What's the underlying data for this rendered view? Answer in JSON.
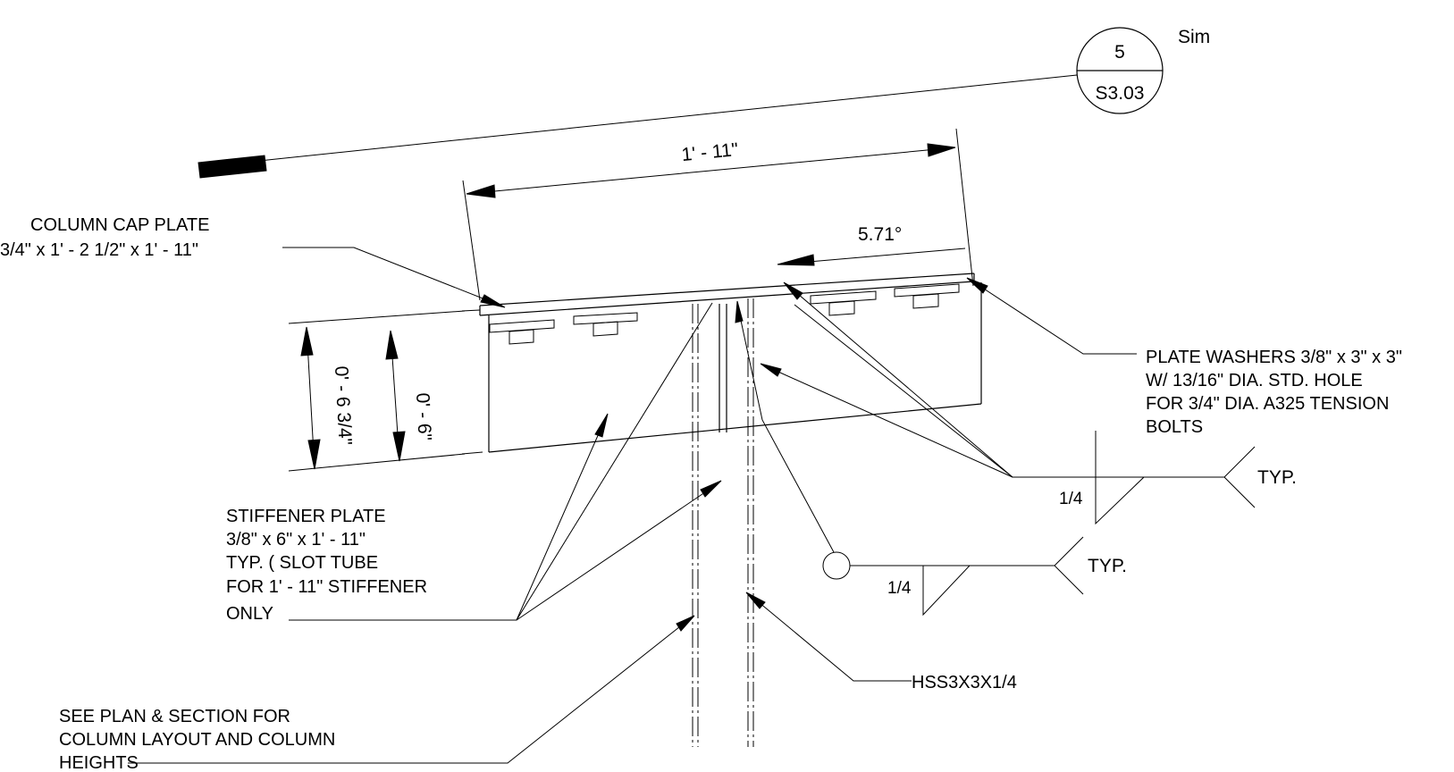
{
  "section_marker": {
    "number": "5",
    "sheet": "S3.03",
    "note": "Sim"
  },
  "dimensions": {
    "plate_length": "1' - 11\"",
    "slope": "5.71°",
    "depth_overall": "0' - 6 3/4\"",
    "depth_stiffener": "0' - 6\""
  },
  "callouts": {
    "cap_plate": [
      "COLUMN CAP PLATE",
      "3/4\" x 1' - 2 1/2\" x 1' - 11\""
    ],
    "plate_washers": [
      "PLATE WASHERS 3/8\" x 3\" x 3\"",
      "W/ 13/16\" DIA. STD. HOLE",
      "FOR 3/4\" DIA. A325 TENSION",
      "BOLTS"
    ],
    "stiffener": [
      "STIFFENER PLATE",
      "3/8\" x 6\" x 1' - 11\"",
      "TYP.  ( SLOT TUBE",
      "FOR 1' - 11\" STIFFENER",
      "ONLY"
    ],
    "see_plan": [
      "SEE PLAN & SECTION FOR",
      "COLUMN LAYOUT AND COLUMN",
      "HEIGHTS"
    ],
    "hss": "HSS3X3X1/4"
  },
  "welds": {
    "upper": {
      "size": "1/4",
      "note": "TYP."
    },
    "lower": {
      "size": "1/4",
      "note": "TYP."
    }
  }
}
